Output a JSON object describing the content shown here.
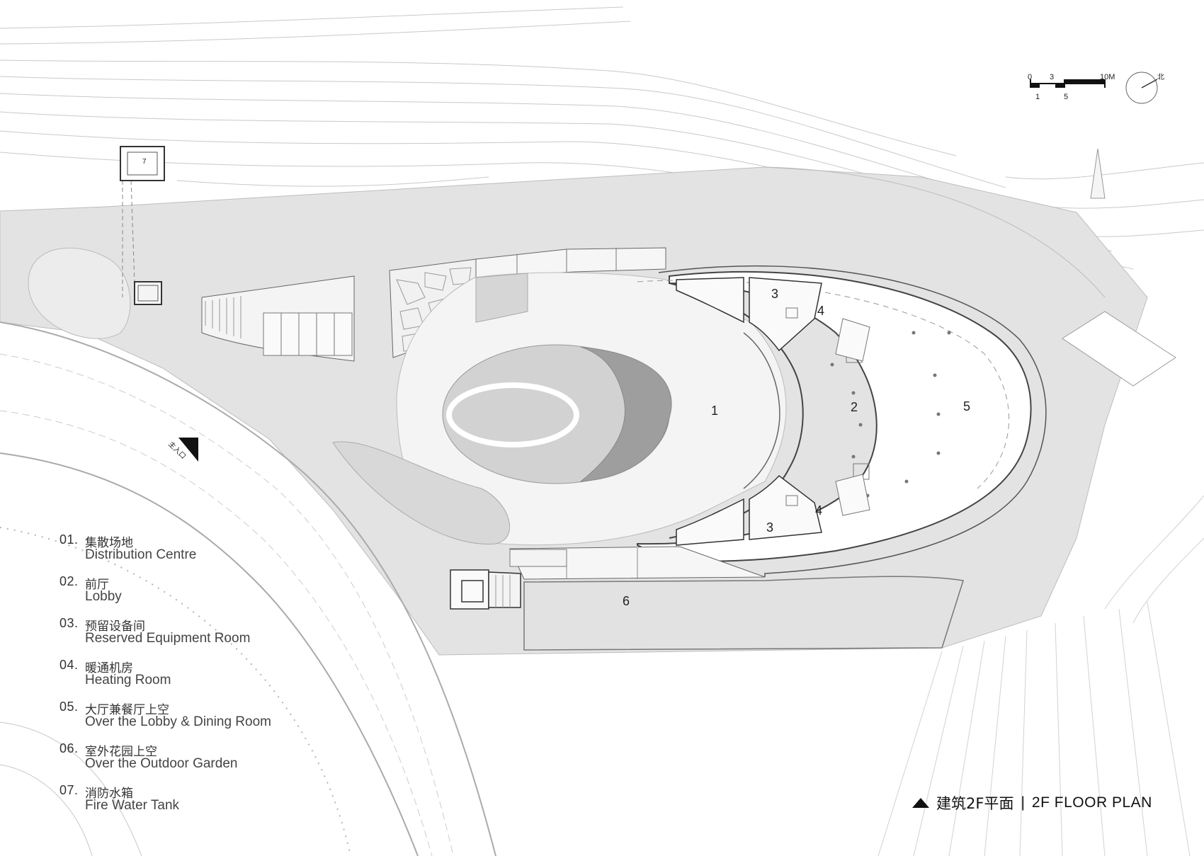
{
  "room_labels": {
    "r1": "1",
    "r2": "2",
    "r3a": "3",
    "r3b": "3",
    "r4a": "4",
    "r4b": "4",
    "r5": "5",
    "r6": "6",
    "r7": "7"
  },
  "entrance_label": "主入口",
  "scale_bar": {
    "top_labels": [
      "0",
      "3",
      "10M"
    ],
    "bottom_labels": [
      "1",
      "5"
    ]
  },
  "north_label": "北",
  "legend": [
    {
      "num": "01.",
      "cn": "集散场地",
      "en": "Distribution Centre"
    },
    {
      "num": "02.",
      "cn": "前厅",
      "en": "Lobby"
    },
    {
      "num": "03.",
      "cn": "预留设备间",
      "en": "Reserved Equipment Room"
    },
    {
      "num": "04.",
      "cn": "暖通机房",
      "en": "Heating Room"
    },
    {
      "num": "05.",
      "cn": "大厅兼餐厅上空",
      "en": "Over the Lobby & Dining Room"
    },
    {
      "num": "06.",
      "cn": "室外花园上空",
      "en": "Over the Outdoor Garden"
    },
    {
      "num": "07.",
      "cn": "消防水箱",
      "en": "Fire Water Tank"
    }
  ],
  "title": {
    "cn": "建筑2F平面",
    "separator": "|",
    "en": "2F FLOOR PLAN"
  }
}
